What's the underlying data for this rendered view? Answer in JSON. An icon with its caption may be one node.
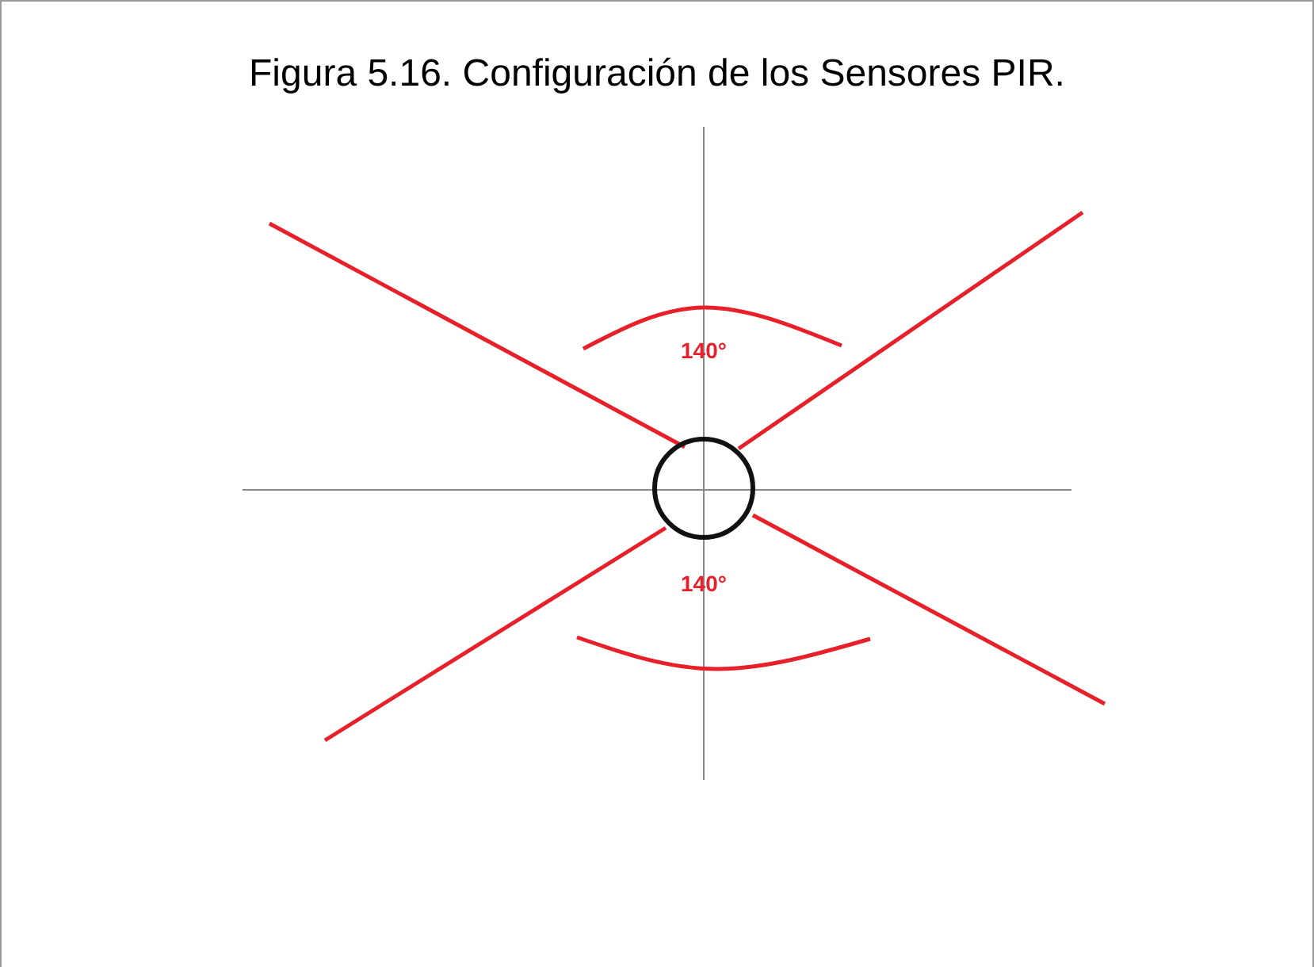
{
  "diagram": {
    "title": "Figura 5.16. Configuración de los Sensores PIR.",
    "labels": [
      "140°",
      "140°"
    ]
  }
}
